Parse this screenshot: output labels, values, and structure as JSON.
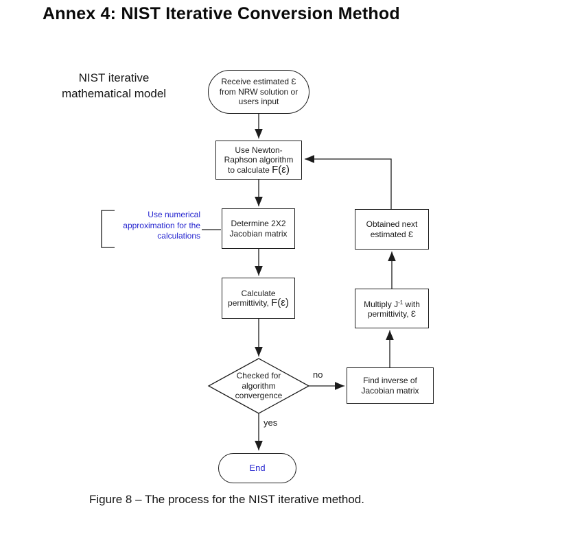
{
  "page": {
    "title": "Annex 4: NIST Iterative Conversion Method",
    "side_label_line1": "NIST iterative",
    "side_label_line2": "mathematical model",
    "caption": "Figure 8 – The process for the NIST iterative method."
  },
  "colors": {
    "annotation_blue": "#2525cf",
    "end_blue": "#2525cf",
    "line_black": "#1c1c1c",
    "background": "#ffffff"
  },
  "nodes": {
    "start": {
      "line1": "Receive estimated Ɛ",
      "line2": "from NRW solution or",
      "line3": "users input"
    },
    "newton": {
      "line1": "Use Newton-",
      "line2": "Raphson algorithm",
      "line3_prefix": "to calculate ",
      "line3_math": "F(ε)"
    },
    "jacobian": {
      "line1": "Determine 2X2",
      "line2": "Jacobian matrix"
    },
    "calculate": {
      "line1": "Calculate",
      "line2_prefix": "permittivity, ",
      "line2_math": "F(ε)"
    },
    "decision": {
      "line1": "Checked for",
      "line2": "algorithm",
      "line3": "convergence"
    },
    "find_inverse": {
      "line1": "Find inverse of",
      "line2": "Jacobian matrix"
    },
    "multiply": {
      "line1_prefix": "Multiply J",
      "line1_sup": "-1",
      "line1_suffix": " with",
      "line2": "permittivity, Ɛ"
    },
    "obtained": {
      "line1": "Obtained next",
      "line2": "estimated Ɛ"
    },
    "end": {
      "label": "End"
    }
  },
  "annotation": {
    "line1": "Use numerical",
    "line2": "approximation for the",
    "line3": "calculations"
  },
  "edge_labels": {
    "no": "no",
    "yes": "yes"
  }
}
